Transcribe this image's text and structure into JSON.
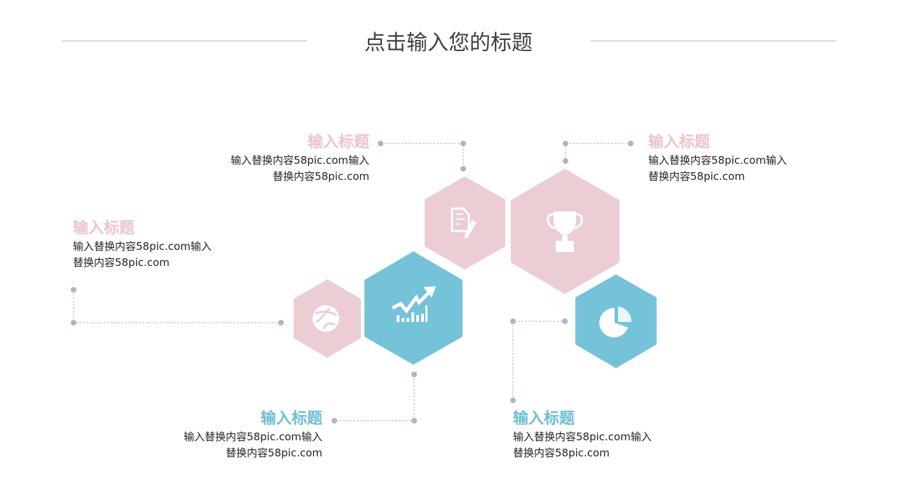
{
  "title": "点击输入您的标题",
  "items": [
    {
      "title": "输入标题",
      "desc1": "输入替换内容58pic.com输入",
      "desc2": "替换内容58pic.com",
      "icon": "document-edit-icon"
    },
    {
      "title": "输入标题",
      "desc1": "输入替换内容58pic.com输入",
      "desc2": "替换内容58pic.com",
      "icon": "trophy-icon"
    },
    {
      "title": "输入标题",
      "desc1": "输入替换内容58pic.com输入",
      "desc2": "替换内容58pic.com",
      "icon": "dribbble-icon"
    },
    {
      "title": "输入标题",
      "desc1": "输入替换内容58pic.com输入",
      "desc2": "替换内容58pic.com",
      "icon": "growth-chart-icon"
    },
    {
      "title": "输入标题",
      "desc1": "输入替换内容58pic.com输入",
      "desc2": "替换内容58pic.com",
      "icon": "pie-chart-icon"
    }
  ],
  "colors": {
    "pink": "#ebcdd3",
    "blue": "#74c3d8",
    "dot": "#aeb4c8"
  }
}
